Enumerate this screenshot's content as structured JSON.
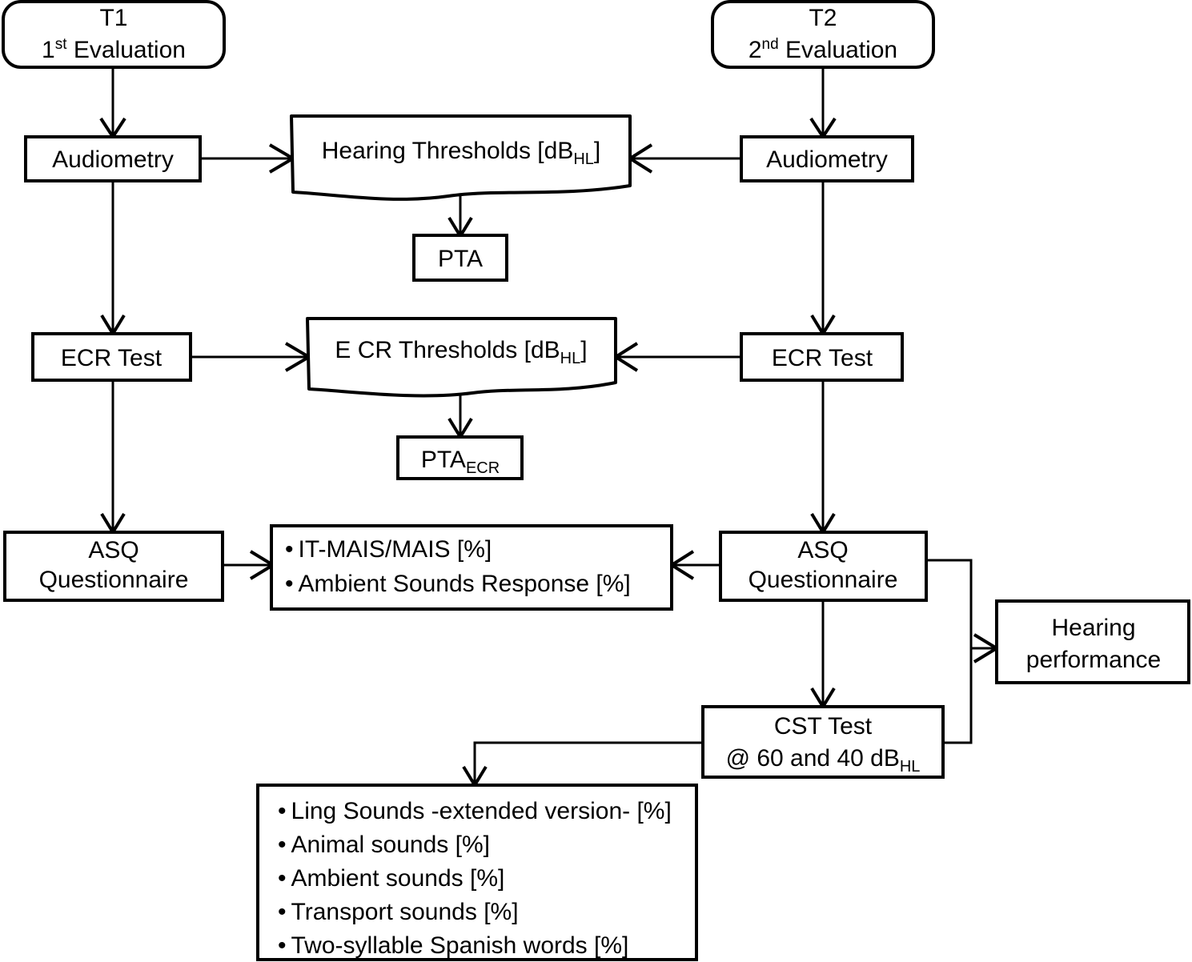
{
  "diagram": {
    "title": "Audiological evaluation protocol flowchart",
    "accent_color": "#000000",
    "background_color": "#ffffff"
  },
  "nodes": {
    "t1": {
      "line1": "T1",
      "line2_pre": "1",
      "line2_sup": "st",
      "line2_post": " Evaluation"
    },
    "t2": {
      "line1": "T2",
      "line2_pre": "2",
      "line2_sup": "nd",
      "line2_post": " Evaluation"
    },
    "audiometry_left": {
      "label": "Audiometry"
    },
    "audiometry_right": {
      "label": "Audiometry"
    },
    "hearing_thresholds": {
      "pre": "Hearing Thresholds [dB",
      "sub": "HL",
      "post": "]"
    },
    "pta": {
      "label": "PTA"
    },
    "ecr_test_left": {
      "label": "ECR Test"
    },
    "ecr_test_right": {
      "label": "ECR Test"
    },
    "ecr_thresholds": {
      "pre": "E CR Thresholds [dB",
      "sub": "HL",
      "post": "]"
    },
    "pta_ecr": {
      "pre": "PTA",
      "sub": "ECR"
    },
    "asq_left": {
      "line1": "ASQ",
      "line2": "Questionnaire"
    },
    "asq_right": {
      "line1": "ASQ",
      "line2": "Questionnaire"
    },
    "asq_outcomes": {
      "bullets": [
        "IT-MAIS/MAIS  [%]",
        "Ambient Sounds  Response  [%]"
      ]
    },
    "hearing_performance": {
      "line1": "Hearing",
      "line2": "performance"
    },
    "cst_test": {
      "line1": "CST Test",
      "line2_pre": "@ 60 and 40 dB",
      "line2_sub": "HL"
    },
    "cst_outcomes": {
      "bullets": [
        "Ling Sounds   -extended version-  [%]",
        "Animal sounds [%]",
        "Ambient sounds  [%]",
        "Transport  sounds  [%]",
        "Two-syllable Spanish words [%]"
      ]
    }
  }
}
